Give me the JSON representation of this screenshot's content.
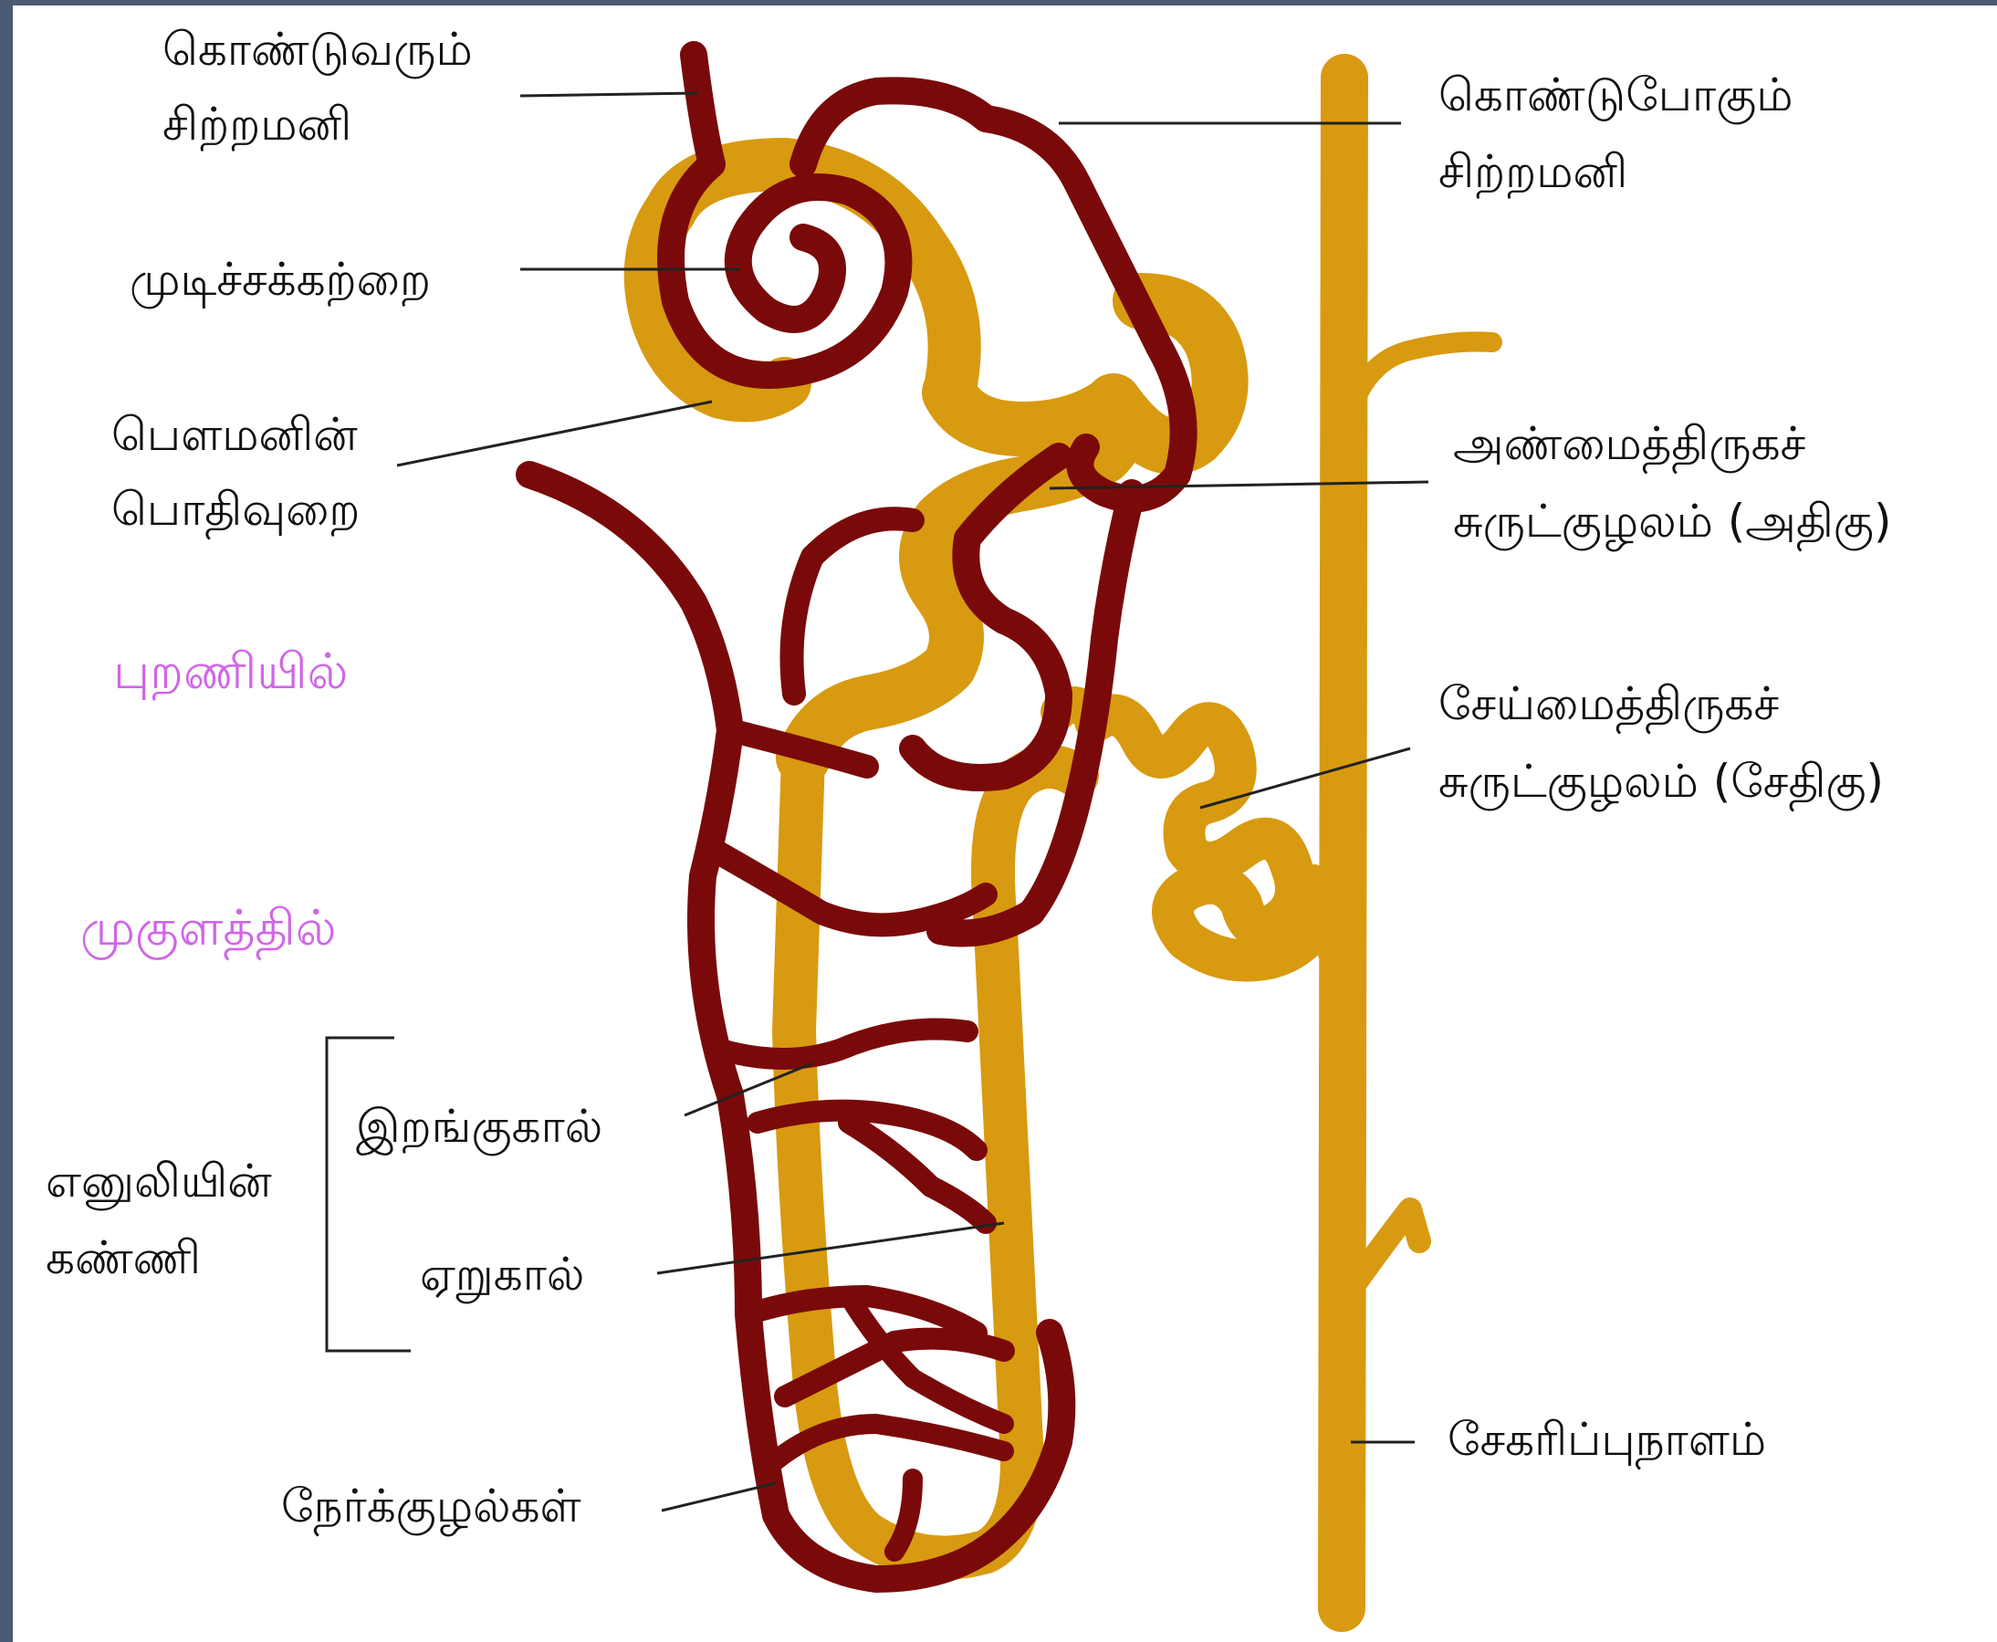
{
  "colors": {
    "capillary": "#7a0a0a",
    "tubule": "#d89a10",
    "zone_label": "#d066e8",
    "frame": "#4a5a72"
  },
  "labels": {
    "afferent_arteriole": [
      "கொண்டுவரும்",
      "சிற்றமனி"
    ],
    "glomerulus": "முடிச்சக்கற்றை",
    "bowmans_capsule": [
      "பௌமனின்",
      "பொதிவுறை"
    ],
    "cortex": "புறணியில்",
    "medulla": "முகுளத்தில்",
    "loop_of_henle": [
      "எனுலியின்",
      "கண்ணி"
    ],
    "descending_limb": "இறங்குகால்",
    "ascending_limb": "ஏறுகால்",
    "vasa_recta": "நேர்க்குழல்கள்",
    "efferent_arteriole": [
      "கொண்டுபோகும்",
      "சிற்றமனி"
    ],
    "proximal_tubule": [
      "அண்மைத்திருகச்",
      "சுருட்குழலம் (அதிகு)"
    ],
    "distal_tubule": [
      "சேய்மைத்திருகச்",
      "சுருட்குழலம் (சேதிகு)"
    ],
    "collecting_duct": "சேகரிப்புநாளம்"
  }
}
